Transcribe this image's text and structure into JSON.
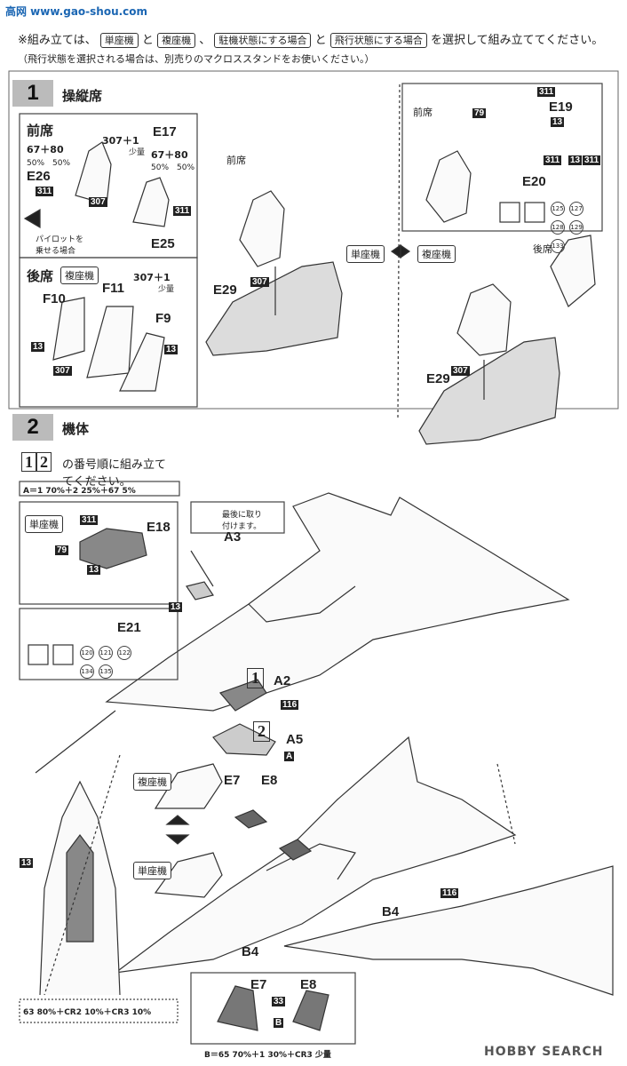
{
  "watermark_top": "高网 www.gao-shou.com",
  "watermark_bottom": "HOBBY SEARCH",
  "intro": {
    "prefix": "※組み立ては、",
    "opt1": "単座機",
    "sep1": "と",
    "opt2": "複座機",
    "sep2": "、",
    "opt3": "駐機状態にする場合",
    "sep3": "と",
    "opt4": "飛行状態にする場合",
    "suffix": "を選択して組み立ててください。",
    "note": "（飛行状態を選択される場合は、別売りのマクロススタンドをお使いください。）"
  },
  "step1": {
    "num": "1",
    "title": "操縦席",
    "front_seat": "前席",
    "rear_seat": "後席",
    "two_seat_tag": "複座機",
    "single_tag": "単座機",
    "pilot_note": "パイロットを\n乗せる場合",
    "mix_a": "67＋80",
    "mix_a_pct": "50%　50%",
    "mix_b": "307＋1",
    "mix_b_sub": "少量",
    "parts": [
      "E17",
      "E26",
      "E25",
      "F10",
      "F11",
      "F9",
      "E29",
      "E19",
      "E20"
    ],
    "codes": [
      "311",
      "307",
      "13",
      "79"
    ],
    "decals1": [
      "125",
      "127",
      "128",
      "129",
      "133"
    ]
  },
  "step2": {
    "num": "2",
    "title": "機体",
    "order_note": "の番号順に組み立ててください。",
    "order_nums": [
      "1",
      "2"
    ],
    "mix_def": "A＝1 70%＋2 25%＋67 5%",
    "last_note": "最後に取り\n付けます。",
    "parts": [
      "A3",
      "E18",
      "E21",
      "A2",
      "A5",
      "E7",
      "E8",
      "B4"
    ],
    "codes": [
      "311",
      "79",
      "13",
      "116",
      "33"
    ],
    "decals2": [
      "120",
      "121",
      "122",
      "134",
      "135"
    ],
    "mix_bottom_left": "63 80%＋CR2 10%＋CR3 10%",
    "mix_b_def": "B＝65 70%＋1 30%＋CR3 少量",
    "single_tag": "単座機",
    "two_seat_tag": "複座機",
    "callout_a": "A",
    "callout_b": "B"
  }
}
